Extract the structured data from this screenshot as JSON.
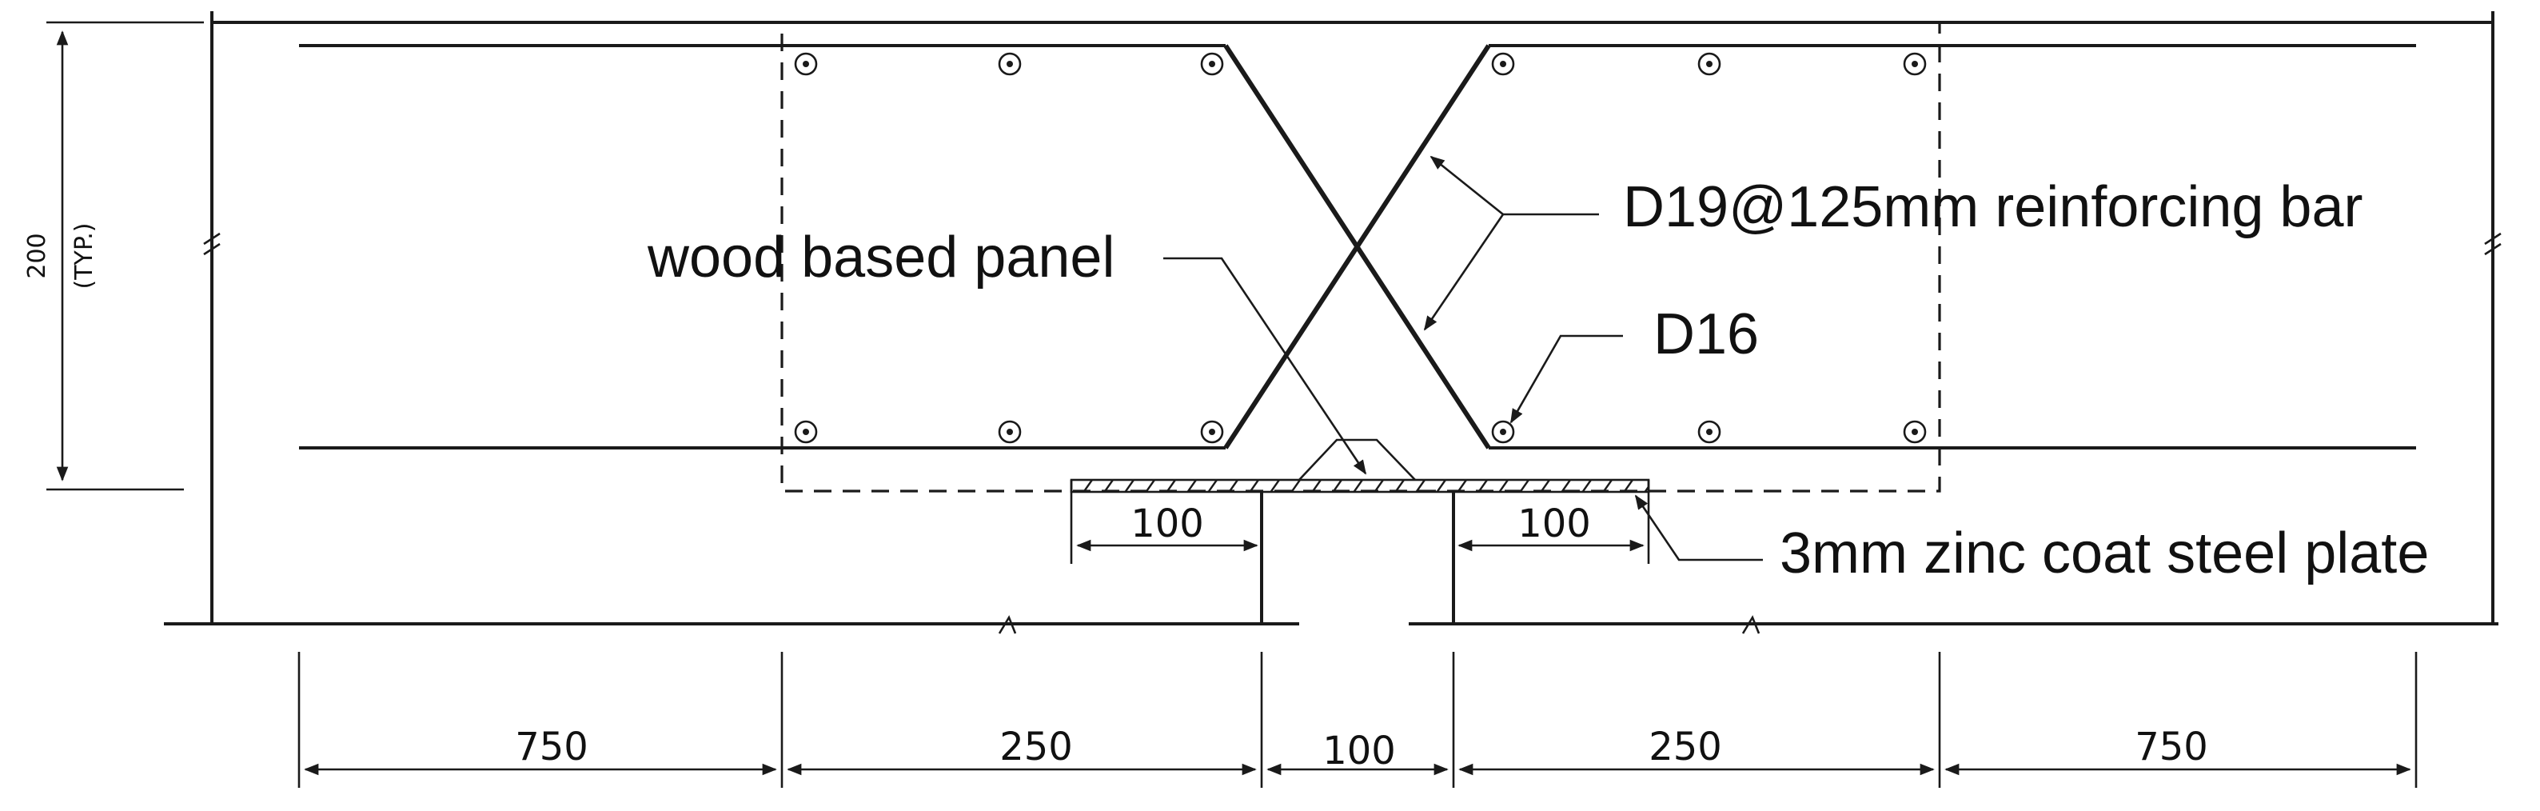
{
  "labels": {
    "wood_panel": "wood based panel",
    "main_bar": "D19@125mm reinforcing bar",
    "secondary_bar": "D16",
    "steel_plate": "3mm zinc coat steel plate"
  },
  "dimensions": {
    "height": "200",
    "height_note": "(TYP.)",
    "plate_left": "100",
    "plate_right": "100",
    "bottom": [
      "750",
      "250",
      "100",
      "250",
      "750"
    ]
  }
}
